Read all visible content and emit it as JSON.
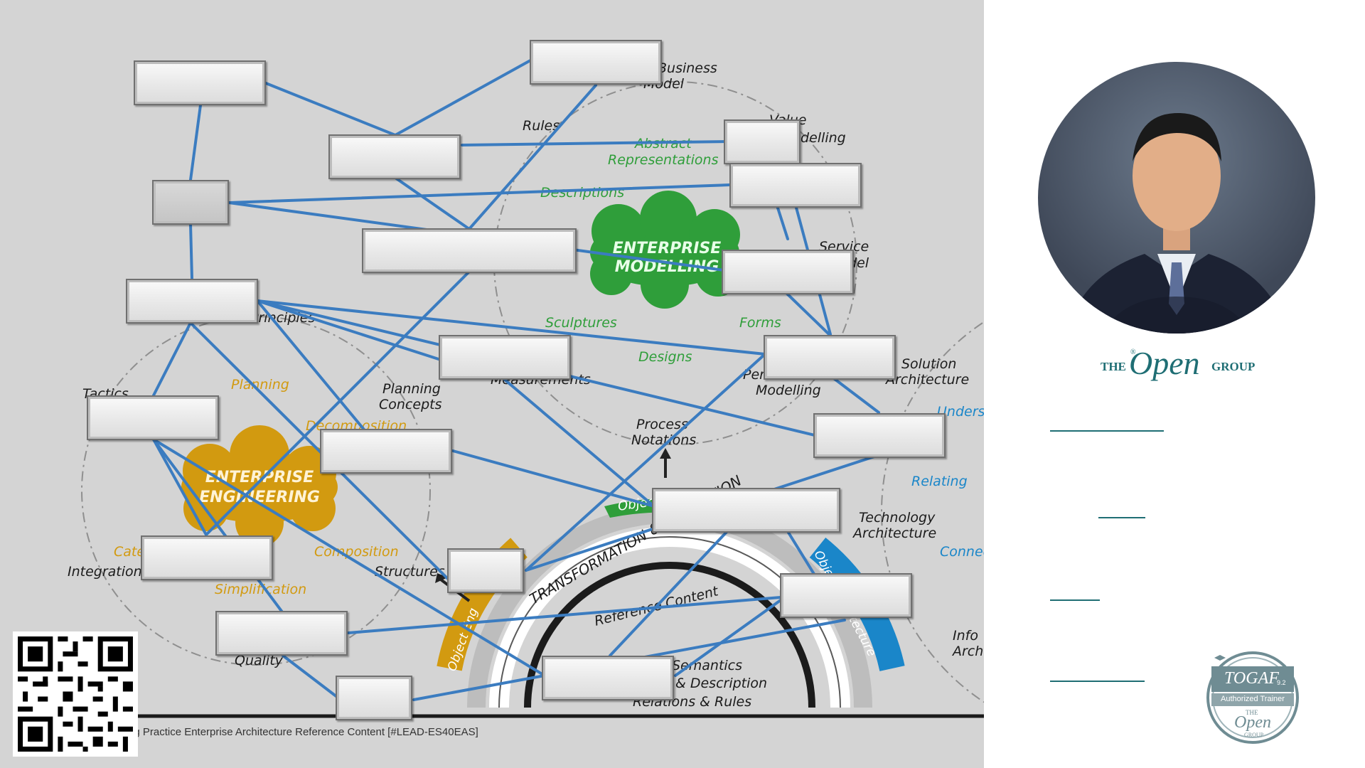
{
  "diagram": {
    "caption": "ng Practice Enterprise Architecture Reference Content [#LEAD-ES40EAS]",
    "clouds": {
      "modelling": [
        "ENTERPRISE",
        "MODELLING"
      ],
      "engineering": [
        "ENTERPRISE",
        "ENGINEERING"
      ],
      "object": "Object"
    },
    "arc_labels": {
      "transformation": "TRANSFORMATION & INNOVATION",
      "reference": "Reference Content",
      "object_left": "Object Eng",
      "object_right": "Object Architecture"
    },
    "black_labels": [
      "Business",
      "Model",
      "Rules",
      "Value",
      "Modelling",
      "Service",
      "Model",
      "Principles",
      "Planning",
      "Concepts",
      "Measurements",
      "Performance",
      "Modelling",
      "Solution",
      "Architecture",
      "Process",
      "Notations",
      "Tactics",
      "Integration",
      "Structures",
      "Quality",
      "Technology",
      "Architecture",
      "Semantics",
      "& Description",
      "Relations & Rules",
      "Info",
      "Arch"
    ],
    "green_labels": [
      "Abstract",
      "Representations",
      "Descriptions",
      "Sculptures",
      "Forms",
      "Designs"
    ],
    "orange_labels": [
      "Planning",
      "Decomposition",
      "Categorisation",
      "Composition",
      "Simplification"
    ],
    "blue_labels": [
      "Understanding",
      "Relating",
      "Connecting"
    ],
    "colors": {
      "background": "#d4d4d4",
      "line": "#3b7cc0",
      "green": "#2f9e3a",
      "orange": "#d29a10",
      "blue": "#1a86c9",
      "brand": "#1f6e74"
    }
  },
  "sidebar": {
    "brand": {
      "the": "THE",
      "open": "Open",
      "group": "GROUP",
      "reg": "®"
    },
    "badge": {
      "title": "TOGAF",
      "version": "9.2",
      "subtitle": "Authorized Trainer",
      "the": "THE",
      "open": "Open",
      "group": "GROUP"
    },
    "photo_icon": "portrait-photo",
    "qr_icon": "qr-code-icon"
  }
}
